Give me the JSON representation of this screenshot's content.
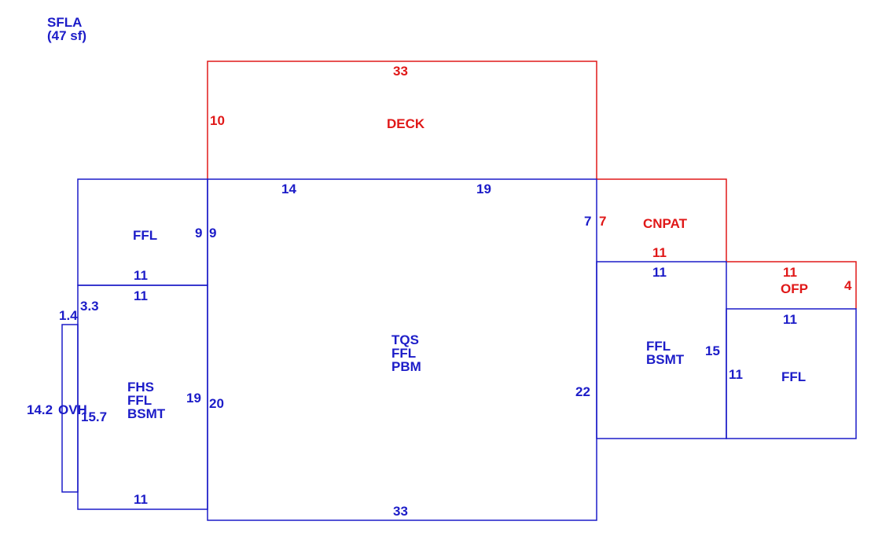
{
  "summary": {
    "line1": "SFLA",
    "line2": "(47 sf)"
  },
  "colors": {
    "living": "#1c1cc8",
    "exterior": "#e01818"
  },
  "areas": {
    "deck": {
      "label": "DECK",
      "dims": [
        "33",
        "10"
      ]
    },
    "canopy": {
      "label": "CNPAT",
      "dims": [
        "7",
        "11"
      ]
    },
    "porch": {
      "label": "OFP",
      "dims": [
        "11",
        "4"
      ]
    },
    "main": {
      "lines": [
        "TQS",
        "FFL",
        "PBM"
      ],
      "dims": [
        "14",
        "19",
        "9",
        "20",
        "22",
        "33",
        "7"
      ]
    },
    "left_upper": {
      "label": "FFL",
      "dims": [
        "11",
        "9",
        "11"
      ]
    },
    "left_lower": {
      "lines": [
        "FHS",
        "FFL",
        "BSMT"
      ],
      "dims": [
        "3.3",
        "19",
        "15.7",
        "11"
      ]
    },
    "overhang": {
      "label": "OVH",
      "dims": [
        "1.4",
        "14.2"
      ]
    },
    "right_mid": {
      "lines": [
        "FFL",
        "BSMT"
      ],
      "dims": [
        "11",
        "15"
      ]
    },
    "right_far": {
      "label": "FFL",
      "dims": [
        "11",
        "11"
      ]
    }
  }
}
